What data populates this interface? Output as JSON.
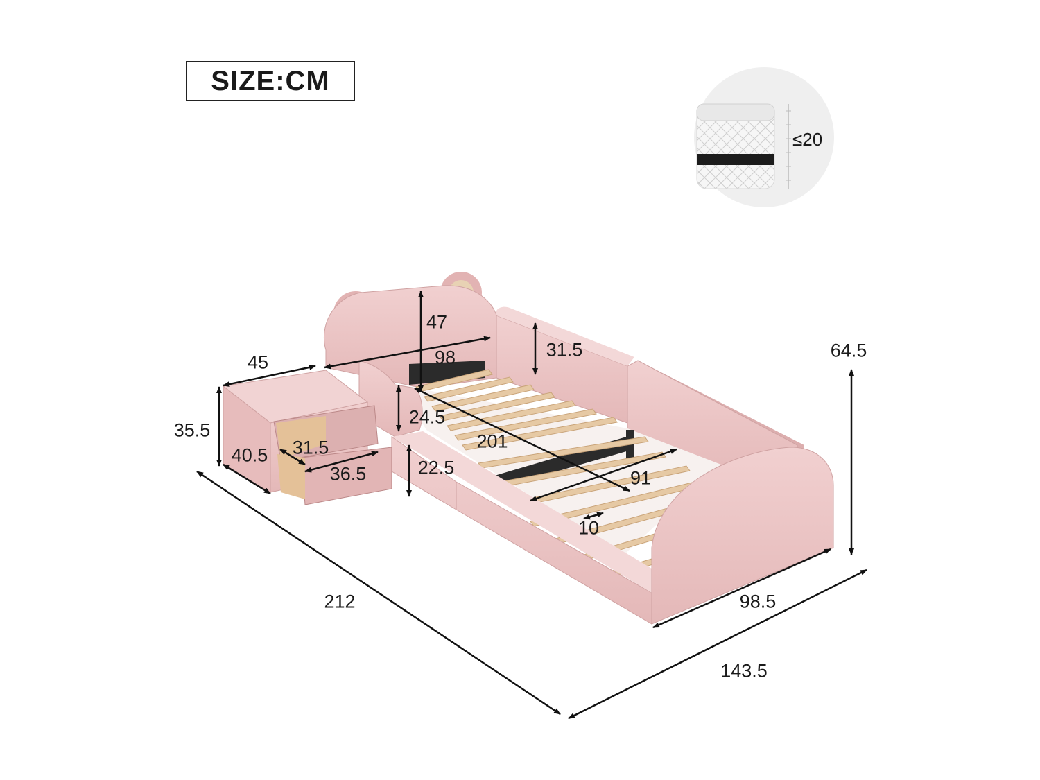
{
  "header": {
    "size_label": "SIZE:CM"
  },
  "mattress_inset": {
    "max_thickness": "≤20"
  },
  "dimensions": {
    "headboard_height": "47",
    "headboard_width": "98",
    "side_rail_height": "31.5",
    "overall_height": "64.5",
    "nightstand_width": "45",
    "nightstand_height": "35.5",
    "nightstand_depth": "40.5",
    "drawer_height": "31.5",
    "drawer_width": "36.5",
    "guard_height": "24.5",
    "front_rail_height": "22.5",
    "inner_length": "201",
    "inner_width": "91",
    "slat_gap": "10",
    "overall_length": "212",
    "footboard_width": "98.5",
    "overall_width": "143.5"
  },
  "colors": {
    "upholstery": "#e9c3c3",
    "slats": "#e6c9a4",
    "frame": "#2b2b2b"
  }
}
